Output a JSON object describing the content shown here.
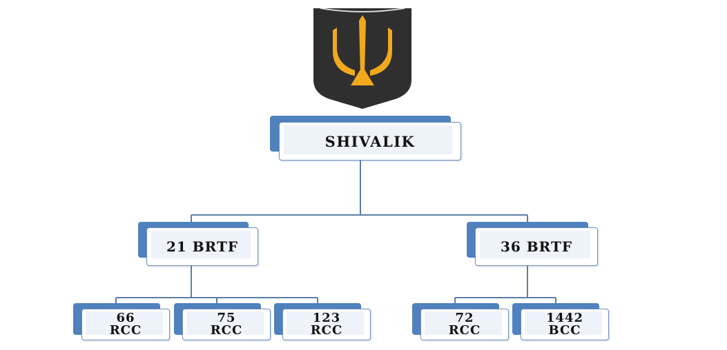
{
  "colors": {
    "tab": "#4f81bd",
    "card_border": "#6b8fc4",
    "card_inner": "#eef2f9",
    "connector": "#5b7ea6",
    "logo_shield": "#2f2f2f",
    "logo_emblem": "#f0a91c"
  },
  "logo": {
    "icon": "trishul-emblem-icon"
  },
  "org": {
    "root": {
      "label": "SHIVALIK"
    },
    "branches": [
      {
        "label": "21 BRTF",
        "units": [
          {
            "line1": "66",
            "line2": "RCC"
          },
          {
            "line1": "75",
            "line2": "RCC"
          },
          {
            "line1": "123",
            "line2": "RCC"
          }
        ]
      },
      {
        "label": "36 BRTF",
        "units": [
          {
            "line1": "72",
            "line2": "RCC"
          },
          {
            "line1": "1442",
            "line2": "BCC"
          }
        ]
      }
    ]
  }
}
